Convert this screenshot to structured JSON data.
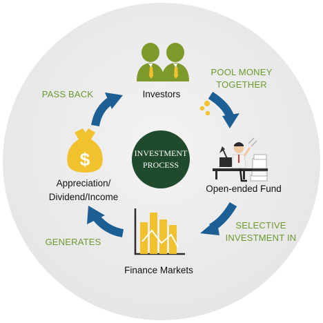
{
  "colors": {
    "background_circle": "#ebebeb",
    "accent_green": "#6a9a2e",
    "arrow_blue": "#1c5f95",
    "center_circle": "#1f4a2c",
    "gold": "#f2c12e",
    "person_green": "#7e9a2d"
  },
  "center": {
    "line1": "INVESTMENT",
    "line2": "PROCESS"
  },
  "nodes": {
    "investors": {
      "label": "Investors",
      "icon": "investors-icon"
    },
    "fund": {
      "label": "Open-ended Fund",
      "icon": "office-worker-icon"
    },
    "markets": {
      "label": "Finance Markets",
      "icon": "bar-chart-icon"
    },
    "returns": {
      "line1": "Appreciation/",
      "line2": "Dividend/Income",
      "icon": "money-bag-icon"
    }
  },
  "steps": {
    "pool": {
      "line1": "POOL MONEY",
      "line2": "TOGETHER"
    },
    "selective": {
      "line1": "SELECTIVE",
      "line2": "INVESTMENT IN"
    },
    "generates": {
      "label": "GENERATES"
    },
    "pass_back": {
      "label": "PASS BACK"
    }
  }
}
